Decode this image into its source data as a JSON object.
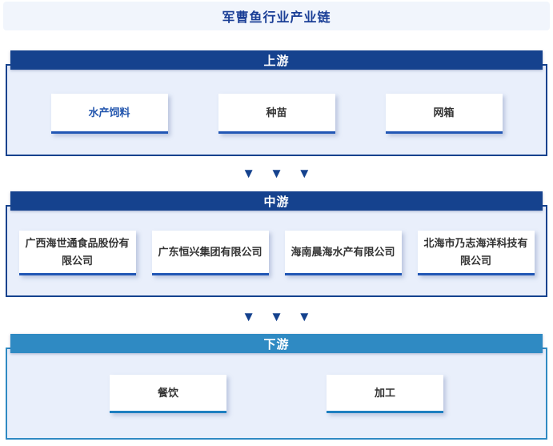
{
  "title": "军曹鱼行业产业链",
  "colors": {
    "dark_blue": "#15428e",
    "light_panel": "#e9effb",
    "title_band_bg": "#f1f5fc",
    "title_text": "#1a3e96",
    "downstream_blue": "#2f8ac3",
    "underline_dark": "#2257b5",
    "underline_light": "#1e7fc0",
    "highlight_text": "#2356ae",
    "text_dark": "#333333"
  },
  "arrows": {
    "glyph": "▼"
  },
  "sections": [
    {
      "id": "upstream",
      "label": "上游",
      "theme": "dark",
      "items": [
        {
          "label": "水产饲料",
          "highlighted": true
        },
        {
          "label": "种苗",
          "highlighted": false
        },
        {
          "label": "网箱",
          "highlighted": false
        }
      ]
    },
    {
      "id": "midstream",
      "label": "中游",
      "theme": "dark",
      "items": [
        {
          "label": "广西海世通食品股份有限公司",
          "highlighted": false
        },
        {
          "label": "广东恒兴集团有限公司",
          "highlighted": false
        },
        {
          "label": "海南晨海水产有限公司",
          "highlighted": false
        },
        {
          "label": "北海市乃志海洋科技有限公司",
          "highlighted": false
        }
      ]
    },
    {
      "id": "downstream",
      "label": "下游",
      "theme": "light",
      "items": [
        {
          "label": "餐饮",
          "highlighted": false
        },
        {
          "label": "加工",
          "highlighted": false
        }
      ]
    }
  ]
}
